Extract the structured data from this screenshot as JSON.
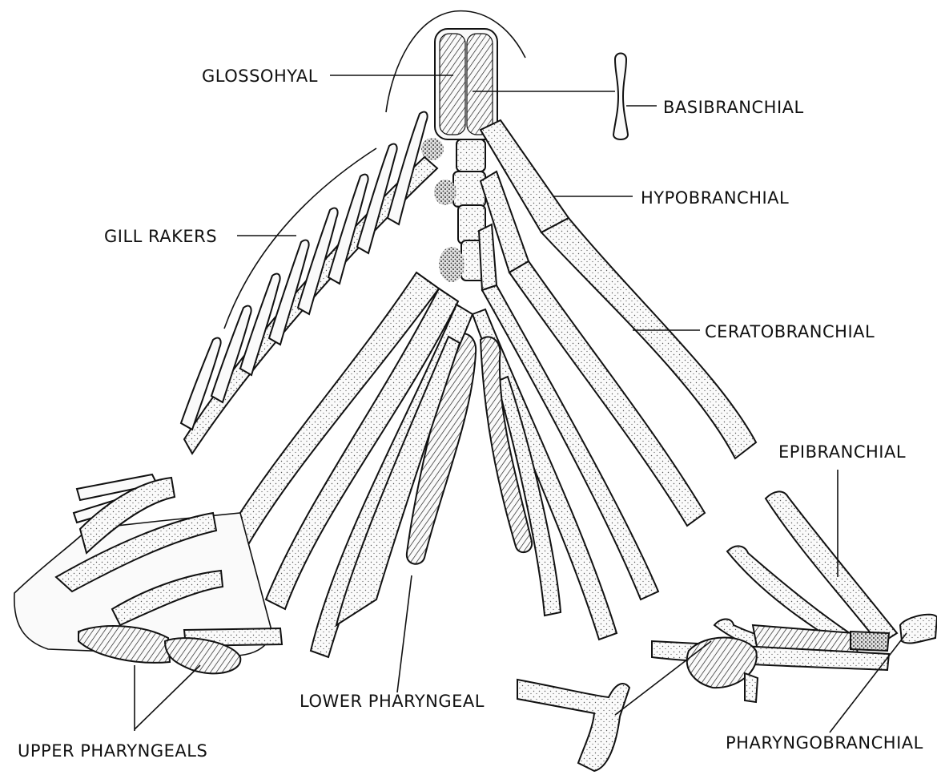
{
  "figure": {
    "labels": {
      "glossohyal": "GLOSSOHYAL",
      "basibranchial": "BASIBRANCHIAL",
      "hypobranchial": "HYPOBRANCHIAL",
      "gill_rakers": "GILL  RAKERS",
      "ceratobranchial": "CERATOBRANCHIAL",
      "epibranchial": "EPIBRANCHIAL",
      "lower_pharyngeal": "LOWER  PHARYNGEAL",
      "upper_pharyngeals": "UPPER  PHARYNGEALS",
      "pharyngobranchial": "PHARYNGOBRANCHIAL"
    },
    "colors": {
      "ink": "#111111",
      "bone_fill": "#fafafa",
      "stipple": "#555555",
      "paper": "#ffffff"
    }
  }
}
